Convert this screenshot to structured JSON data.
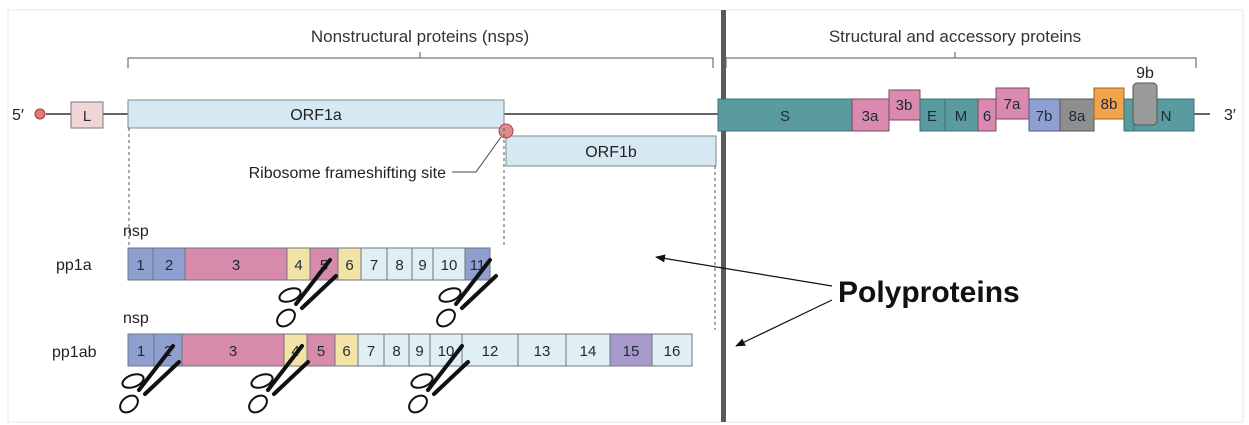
{
  "headers": {
    "nonstructural": "Nonstructural proteins (nsps)",
    "structural": "Structural and accessory proteins"
  },
  "genome": {
    "five_prime": "5′",
    "three_prime": "3′",
    "leader": "L",
    "orf1a": "ORF1a",
    "orf1b": "ORF1b",
    "frameshift_label": "Ribosome frameshifting site"
  },
  "structural_genes": [
    "S",
    "3a",
    "3b",
    "E",
    "M",
    "6",
    "7a",
    "7b",
    "8a",
    "8b",
    "9b",
    "N"
  ],
  "nsp_label": "nsp",
  "pp1a": {
    "label": "pp1a",
    "segments": [
      "1",
      "2",
      "3",
      "4",
      "5",
      "6",
      "7",
      "8",
      "9",
      "10",
      "11"
    ]
  },
  "pp1ab": {
    "label": "pp1ab",
    "segments": [
      "1",
      "2",
      "3",
      "4",
      "5",
      "6",
      "7",
      "8",
      "9",
      "10",
      "12",
      "13",
      "14",
      "15",
      "16"
    ]
  },
  "polyproteins_label": "Polyproteins",
  "colors": {
    "orf": "#d6e9f3",
    "structural": "#5a9ba0",
    "accessory_pink": "#d98aae",
    "blue": "#8e9fd0",
    "pink": "#d88aaa",
    "yellow": "#f3e3a6",
    "light": "#e0eff4",
    "purple": "#a799c9",
    "orange": "#f1a44c",
    "gray": "#8f8f8f",
    "separator": "#5a5a5a"
  }
}
